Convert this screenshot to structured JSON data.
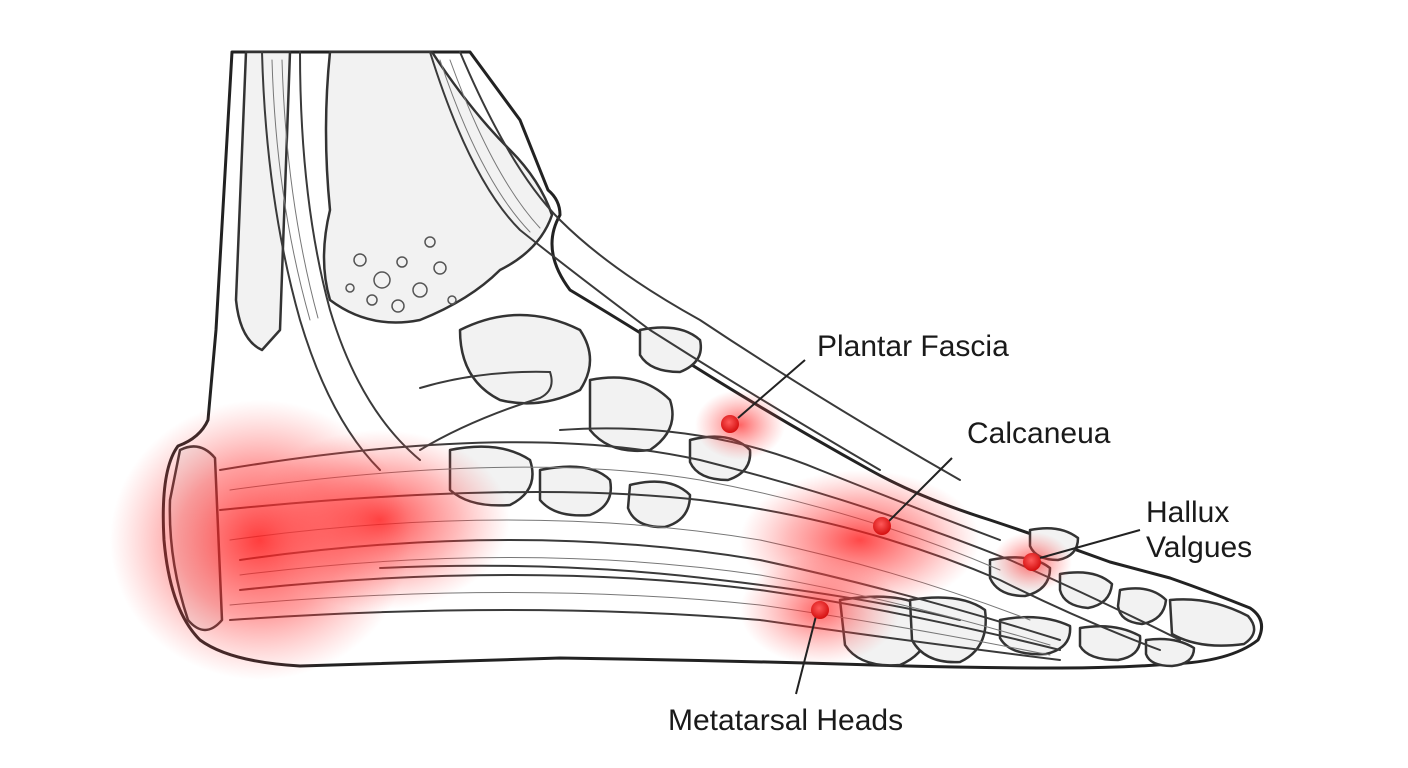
{
  "colors": {
    "highlight": "#e81b1b",
    "inflammation": "#ff2a2a",
    "ink": "#222222",
    "bone_fill": "#f2f2f2"
  },
  "labels": {
    "plantar_fascia": "Plantar Fascia",
    "calcaneua": "Calcaneua",
    "hallux_line1": "Hallux",
    "hallux_line2": "Valgues",
    "metatarsal_heads": "Metatarsal Heads"
  }
}
